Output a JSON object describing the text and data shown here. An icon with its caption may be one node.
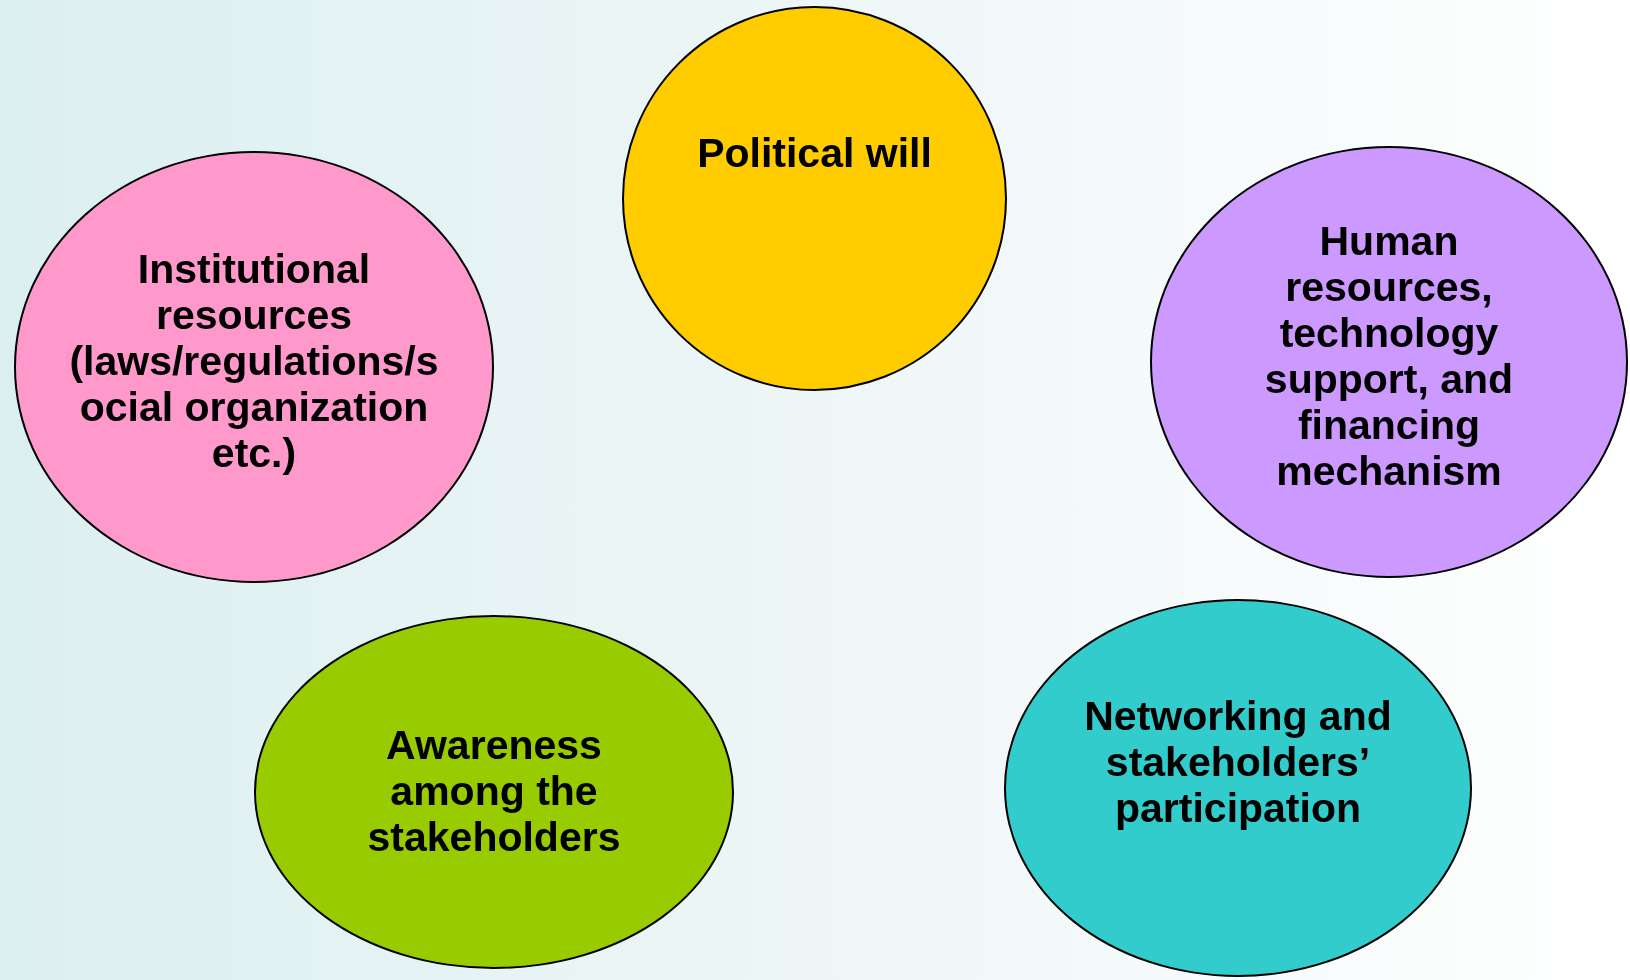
{
  "diagram": {
    "nodes": [
      {
        "text": [
          "Political will"
        ]
      },
      {
        "text": [
          "Institutional resources (laws/regulations/social organization etc.)"
        ]
      },
      {
        "text": [
          "Human resources, technology support, and financing mechanism"
        ]
      },
      {
        "text": [
          "Awareness among the stakeholders"
        ]
      },
      {
        "text": [
          "Networking and stakeholders’ participation"
        ]
      }
    ]
  }
}
